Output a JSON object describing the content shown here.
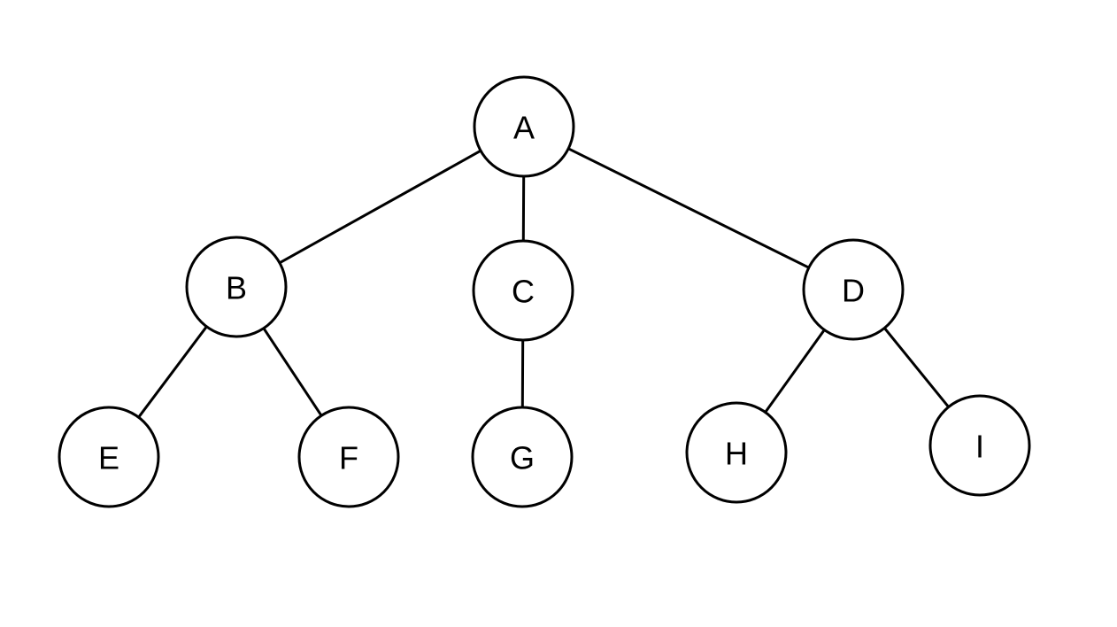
{
  "tree": {
    "nodes": [
      {
        "id": "A",
        "label": "A"
      },
      {
        "id": "B",
        "label": "B"
      },
      {
        "id": "C",
        "label": "C"
      },
      {
        "id": "D",
        "label": "D"
      },
      {
        "id": "E",
        "label": "E"
      },
      {
        "id": "F",
        "label": "F"
      },
      {
        "id": "G",
        "label": "G"
      },
      {
        "id": "H",
        "label": "H"
      },
      {
        "id": "I",
        "label": "I"
      }
    ],
    "edges": [
      {
        "from": "A",
        "to": "B"
      },
      {
        "from": "A",
        "to": "C"
      },
      {
        "from": "A",
        "to": "D"
      },
      {
        "from": "B",
        "to": "E"
      },
      {
        "from": "B",
        "to": "F"
      },
      {
        "from": "C",
        "to": "G"
      },
      {
        "from": "D",
        "to": "H"
      },
      {
        "from": "D",
        "to": "I"
      }
    ]
  }
}
